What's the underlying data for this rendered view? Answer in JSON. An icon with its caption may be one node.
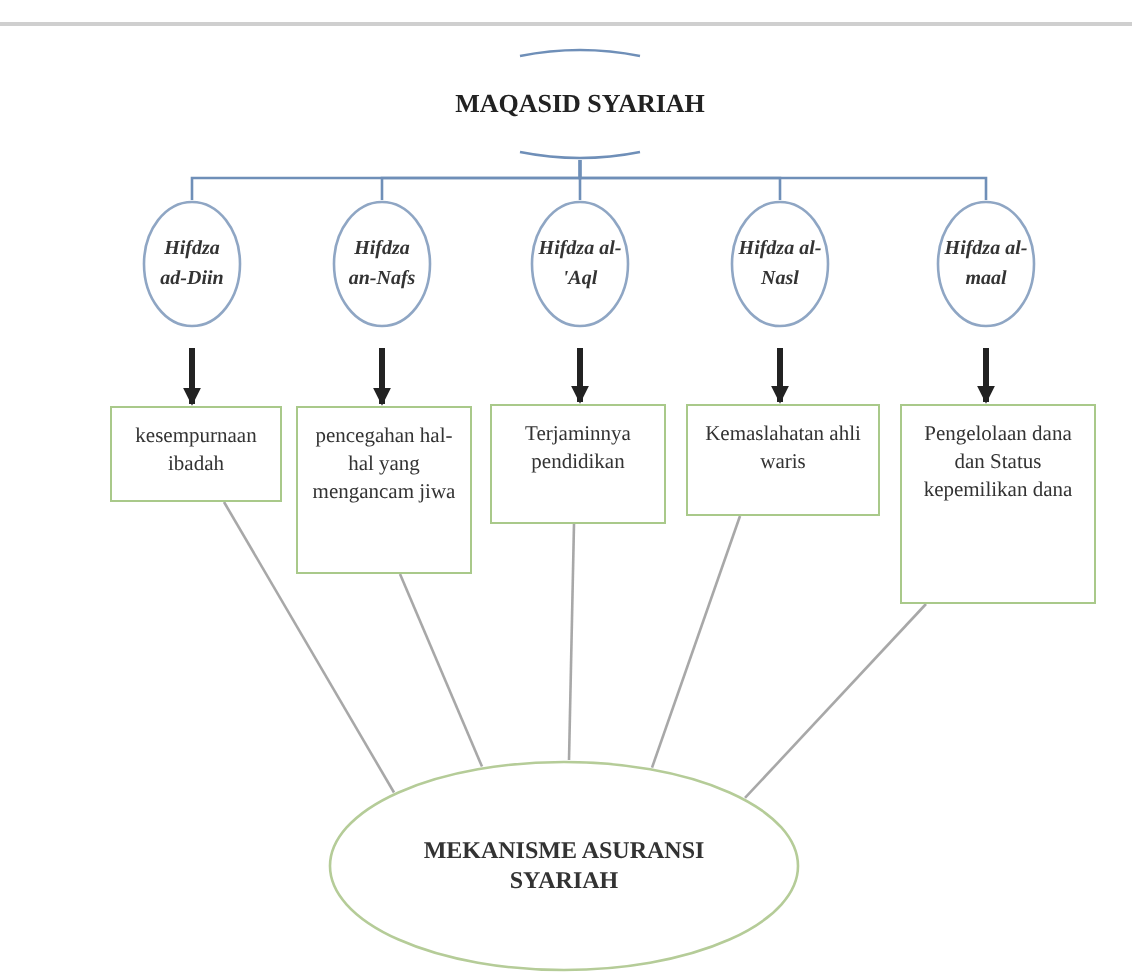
{
  "diagram": {
    "nodes": [
      {
        "text": [
          "MAQASID SYARIAH"
        ]
      },
      {
        "text": [
          "Hifdza ad-Diin"
        ]
      },
      {
        "text": [
          "Hifdza an-Nafs"
        ]
      },
      {
        "text": [
          "Hifdza al-'Aql"
        ]
      },
      {
        "text": [
          "Hifdza al-Nasl"
        ]
      },
      {
        "text": [
          "Hifdza al-maal"
        ]
      },
      {
        "text": [
          "kesempurnaan ibadah"
        ]
      },
      {
        "text": [
          "pencegahan hal-hal yang mengancam jiwa"
        ]
      },
      {
        "text": [
          "Terjaminnya pendidikan"
        ]
      },
      {
        "text": [
          "Kemaslahatan ahli waris"
        ]
      },
      {
        "text": [
          "Pengelolaan dana dan Status kepemilikan dana"
        ]
      },
      {
        "text": [
          "MEKANISME ASURANSI SYARIAH"
        ]
      }
    ],
    "edges": [
      {
        "from": 0,
        "to": 1,
        "arrow": "none",
        "color": "#6f8fb8"
      },
      {
        "from": 0,
        "to": 2,
        "arrow": "none",
        "color": "#6f8fb8"
      },
      {
        "from": 0,
        "to": 3,
        "arrow": "none",
        "color": "#6f8fb8"
      },
      {
        "from": 0,
        "to": 4,
        "arrow": "none",
        "color": "#6f8fb8"
      },
      {
        "from": 0,
        "to": 5,
        "arrow": "none",
        "color": "#6f8fb8"
      },
      {
        "from": 1,
        "to": 6,
        "arrow": "to",
        "style": "thick",
        "color": "#222222"
      },
      {
        "from": 2,
        "to": 7,
        "arrow": "to",
        "style": "thick",
        "color": "#222222"
      },
      {
        "from": 3,
        "to": 8,
        "arrow": "to",
        "style": "thick",
        "color": "#222222"
      },
      {
        "from": 4,
        "to": 9,
        "arrow": "to",
        "style": "thick",
        "color": "#222222"
      },
      {
        "from": 5,
        "to": 10,
        "arrow": "to",
        "style": "thick",
        "color": "#222222"
      },
      {
        "from": 6,
        "to": 11,
        "arrow": "none"
      },
      {
        "from": 7,
        "to": 11,
        "arrow": "none"
      },
      {
        "from": 8,
        "to": 11,
        "arrow": "none"
      },
      {
        "from": 9,
        "to": 11,
        "arrow": "none"
      },
      {
        "from": 10,
        "to": 11,
        "arrow": "none"
      }
    ]
  }
}
